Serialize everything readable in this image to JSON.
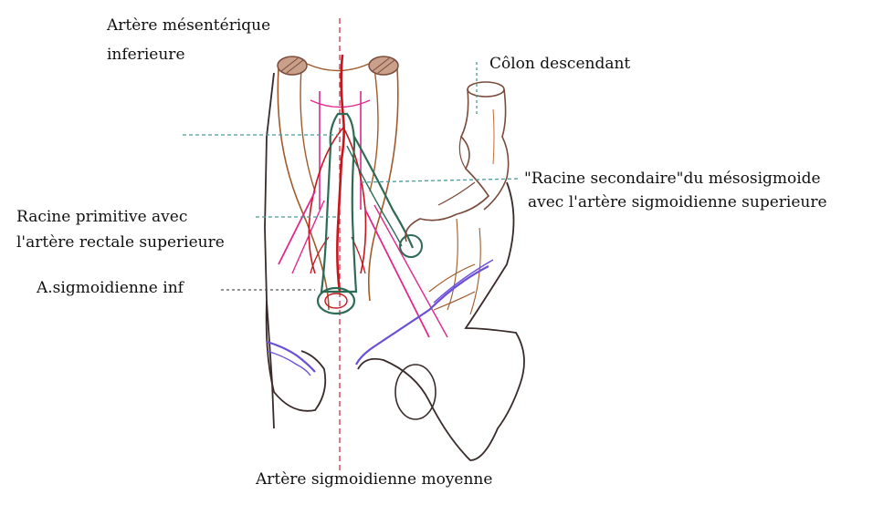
{
  "labels": {
    "ima_line1": "Artère mésentérique",
    "ima_line2": "inferieure",
    "colon_descendant": "Côlon descendant",
    "racine_secondaire_line1": "\"Racine secondaire\"du mésosigmoide",
    "racine_secondaire_line2": "avec l'artère sigmoidienne superieure",
    "racine_primitive_line1": "Racine primitive avec",
    "racine_primitive_line2": "l'artère rectale superieure",
    "sigmoid_inf": "A.sigmoidienne inf",
    "sigmoid_moyenne": "Artère sigmoidienne moyenne"
  },
  "colors": {
    "artery": "#c8161d",
    "vein_pink": "#e0288f",
    "ureter_purple": "#6b4fd8",
    "bone_brown": "#a05a2c",
    "outline_dark": "#3a2a2a",
    "mesentery_green": "#2e6b55",
    "leader_teal": "#4a9a9a",
    "midline_red": "#d0304a"
  }
}
